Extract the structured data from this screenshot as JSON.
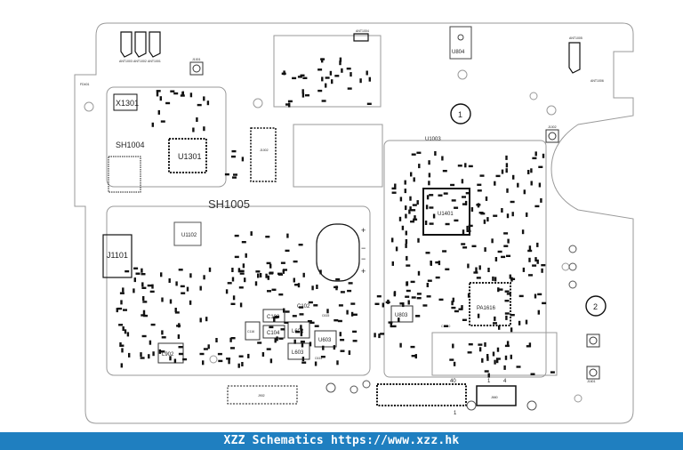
{
  "colors": {
    "outline": "#9a9a9a",
    "part": "#111111",
    "banner": "#1f7fc0"
  },
  "footer": {
    "text": "XZZ Schematics https://www.xzz.hk"
  },
  "labels": {
    "ant1003": "ANT1003",
    "ant1002": "ANT1002",
    "ant1001": "ANT1001",
    "ant1004": "ANT1004",
    "ant1005": "ANT1005",
    "ant1006": "ANT1006",
    "j1001": "J1001",
    "j1002": "J1002",
    "j1601": "J1601",
    "u804": "U804",
    "fd401": "FD401",
    "x1301": "X1301",
    "u1301": "U1301",
    "sh1004": "SH1004",
    "sh1005": "SH1005",
    "u1003": "U1003",
    "u1401": "U1401",
    "pa1616": "PA1616",
    "u1102": "U1102",
    "j1101": "J1101",
    "j902": "J902",
    "j1002b": "J1002",
    "j660": "J660",
    "l902": "L902",
    "l602": "L602",
    "l603": "L603",
    "u603": "U603",
    "u803": "U803",
    "c102": "C102",
    "c103": "C103",
    "c104": "C104",
    "c116": "C116",
    "c615": "C615",
    "c614": "C614",
    "c1610": "C1610",
    "circle1": "1",
    "circle2": "2",
    "conn40": "40",
    "conn1": "1",
    "j660_1": "1",
    "j660_4": "4",
    "plus": "+",
    "minus": "−"
  }
}
